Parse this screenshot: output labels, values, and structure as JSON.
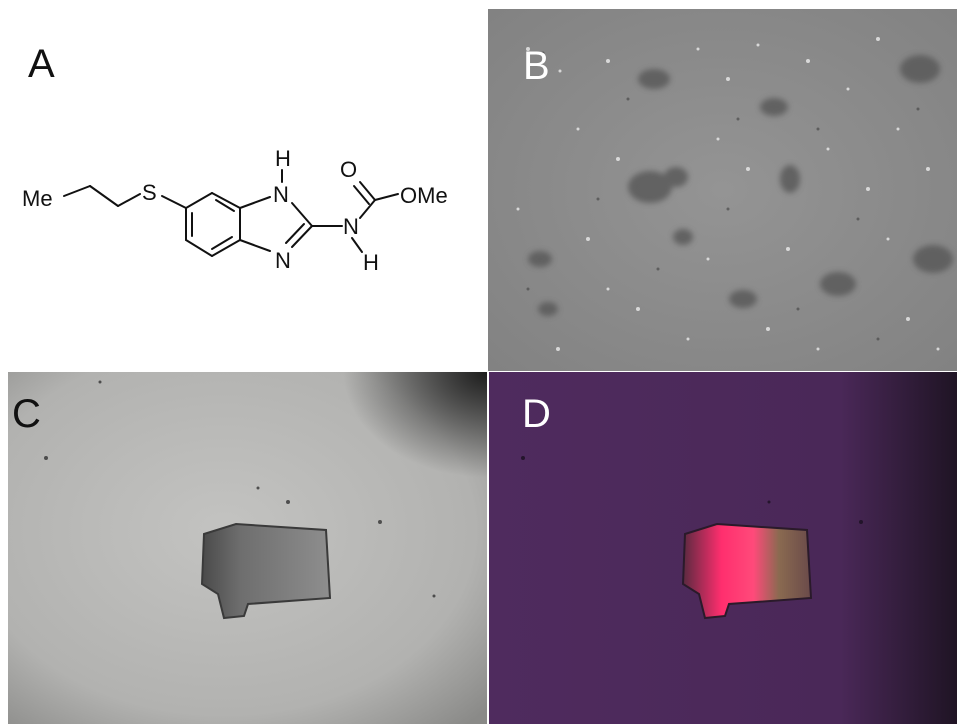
{
  "panels": {
    "a": {
      "letter": "A",
      "structure": {
        "me_left": "Me",
        "sulfur": "S",
        "h_top": "H",
        "n_top": "N",
        "n_bottom": "N",
        "oxygen": "O",
        "ome": "OMe",
        "n_right": "N",
        "h_right": "H"
      }
    },
    "b": {
      "letter": "B"
    },
    "c": {
      "letter": "C"
    },
    "d": {
      "letter": "D"
    }
  },
  "colors": {
    "panel_b_background": "#8c8c8c",
    "panel_c_background": "#b4b4b4",
    "panel_d_background": "#4e2a5c",
    "crystal_glow": "#ff2e6e"
  }
}
